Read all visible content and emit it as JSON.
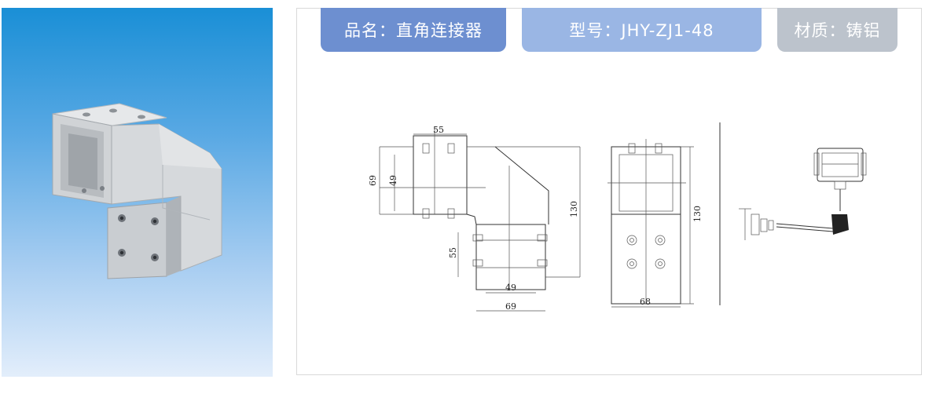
{
  "tabs": {
    "product_name": "品名：直角连接器",
    "model": "型号：JHY-ZJ1-48",
    "material": "材质：铸铝"
  },
  "dimensions": {
    "top_width": "55",
    "outer_height": "69",
    "inner_height": "49",
    "lower_height": "55",
    "lower_inner_width": "49",
    "lower_outer_width": "69",
    "total_height_front": "130",
    "total_height_side": "130",
    "side_width": "68"
  },
  "colors": {
    "tab_1": "#6d8fd0",
    "tab_2": "#9ab6e4",
    "tab_3": "#bcc3cc",
    "photo_bg_top": "#1a8fd6",
    "photo_bg_bottom": "#e3eefb"
  }
}
